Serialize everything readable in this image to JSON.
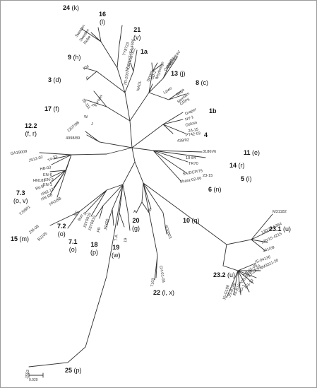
{
  "clades": [
    {
      "id": "c24",
      "num": "24",
      "code": "(k)"
    },
    {
      "id": "c16",
      "num": "16",
      "code": "(l)"
    },
    {
      "id": "c21",
      "num": "21",
      "code": "(v)"
    },
    {
      "id": "c9",
      "num": "9",
      "code": "(h)"
    },
    {
      "id": "c1a",
      "num": "1a",
      "code": ""
    },
    {
      "id": "c13",
      "num": "13",
      "code": "(j)"
    },
    {
      "id": "c8",
      "num": "8",
      "code": "(c)"
    },
    {
      "id": "c3",
      "num": "3",
      "code": "(d)"
    },
    {
      "id": "c17",
      "num": "17",
      "code": "(f)"
    },
    {
      "id": "c1b",
      "num": "1b",
      "code": ""
    },
    {
      "id": "c4",
      "num": "4",
      "code": ""
    },
    {
      "id": "c12",
      "num": "12.2",
      "code": "(f, r)"
    },
    {
      "id": "c11",
      "num": "11",
      "code": "(e)"
    },
    {
      "id": "c14",
      "num": "14",
      "code": "(r)"
    },
    {
      "id": "c5",
      "num": "5",
      "code": "(i)"
    },
    {
      "id": "c6",
      "num": "6",
      "code": "(n)"
    },
    {
      "id": "c73",
      "num": "7.3",
      "code": "(o, v)"
    },
    {
      "id": "c10",
      "num": "10",
      "code": "(q)"
    },
    {
      "id": "c20",
      "num": "20",
      "code": "(g)"
    },
    {
      "id": "c231",
      "num": "23.1",
      "code": "(u)"
    },
    {
      "id": "c72",
      "num": "7.2",
      "code": "(o)"
    },
    {
      "id": "c15",
      "num": "15",
      "code": "(m)"
    },
    {
      "id": "c71",
      "num": "7.1",
      "code": "(o)"
    },
    {
      "id": "c18",
      "num": "18",
      "code": "(p)"
    },
    {
      "id": "c19",
      "num": "19",
      "code": "(w)"
    },
    {
      "id": "c22",
      "num": "22",
      "code": "(l, x)"
    },
    {
      "id": "c232",
      "num": "23.2",
      "code": "(u)"
    },
    {
      "id": "c25",
      "num": "25",
      "code": "(p)"
    }
  ],
  "leaves": [
    "Rebe",
    "Sweden",
    "Sweden",
    "TR-2007-Gu-1Y5454-4606",
    "TY8723",
    "IR-Shiraz-322",
    "KM",
    "G",
    "Singer",
    "SD-1",
    "Weybridge",
    "Oregon",
    "NADL",
    "Osloss",
    "Illinois",
    "C24V",
    "Lpwo",
    "Nega",
    "Merriam",
    "CRPK",
    "Draper",
    "NY-1",
    "Osloss",
    "24-15",
    "PT42-03",
    "438/02",
    "16-111",
    "F",
    "Europa",
    "W",
    "J",
    "1207/98",
    "4998/89",
    "3186V6",
    "10-84",
    "TR70",
    "23-15",
    "SA/DCP/75",
    "Shara-02-06",
    "GA19009",
    "JS12-02",
    "T4-32",
    "HB-03",
    "EN-6",
    "EN-3",
    "EN-1",
    "HN181",
    "Rit-B",
    "HN2-12",
    "HN-BB",
    "HN1BB",
    "TJ0801",
    "ZM-08",
    "BJ105",
    "NF",
    "Bun",
    "S",
    "JSY0915",
    "JSY0815",
    "FB",
    "A",
    "6",
    "SD0803",
    "7-A",
    "19",
    "JSY06",
    "CH-01-08",
    "7103",
    "M31182",
    "130/15-5364",
    "130/15-4215",
    "441/09",
    "JS-04136",
    "XJ-NM3311-20",
    "HB-01-06",
    "GS-2008",
    "GS-12",
    "SD-1",
    "JS-B164",
    "JS-B148",
    "JS-G198",
    "VJ-ZZ-10",
    "JS53"
  ],
  "scale": {
    "label": "0.020"
  }
}
